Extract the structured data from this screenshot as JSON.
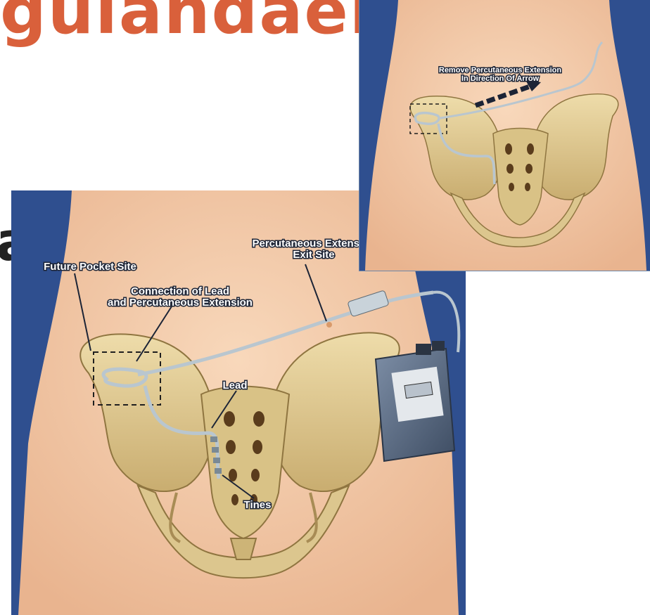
{
  "slide": {
    "title": "gulandaer",
    "side_letter": "a"
  },
  "main_illustration": {
    "labels": {
      "future_pocket_site": "Future Pocket Site",
      "connection_line1": "Connection of Lead",
      "connection_line2": "and Percutaneous Extension",
      "exit_line1": "Percutaneous Extension",
      "exit_line2": "Exit Site",
      "lead": "Lead",
      "tines": "Tines"
    }
  },
  "inset_illustration": {
    "labels": {
      "remove_line1": "Remove Percutaneous Extension",
      "remove_line2": "In Direction Of Arrow"
    }
  },
  "colors": {
    "title": "#d9603b",
    "background_blue": "#2f4f8f",
    "skin": "#f2c9a6",
    "bone": "#e3cf97",
    "bone_shadow": "#a88c55",
    "lead_wire": "#b9c6cf",
    "device": "#5c6f86"
  }
}
